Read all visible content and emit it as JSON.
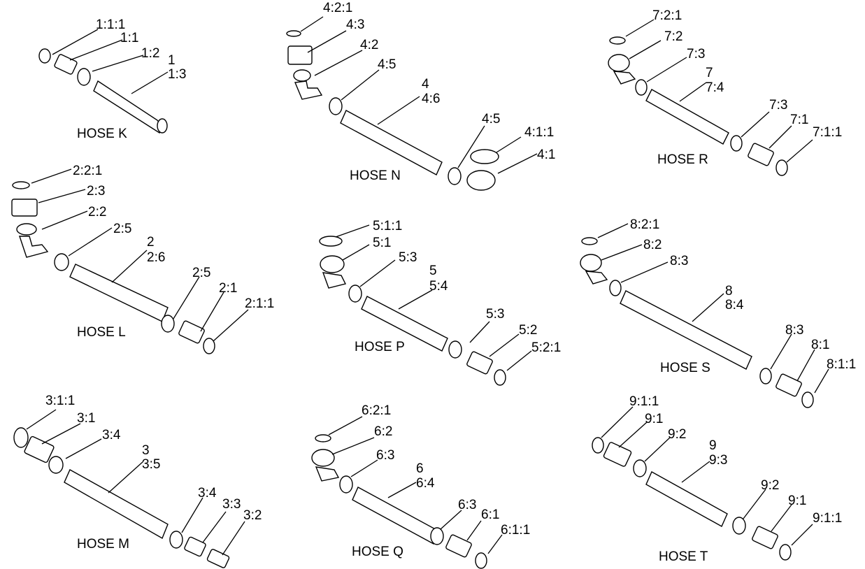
{
  "panels": [
    {
      "title": "HOSE K",
      "labels": [
        "1:1:1",
        "1:1",
        "1:2",
        "1",
        "1:3"
      ]
    },
    {
      "title": "HOSE L",
      "labels": [
        "2:2:1",
        "2:3",
        "2:2",
        "2:5",
        "2",
        "2:6",
        "2:5",
        "2:1",
        "2:1:1"
      ]
    },
    {
      "title": "HOSE M",
      "labels": [
        "3:1:1",
        "3:1",
        "3:4",
        "3",
        "3:5",
        "3:4",
        "3:3",
        "3:2"
      ]
    },
    {
      "title": "HOSE N",
      "labels": [
        "4:2:1",
        "4:3",
        "4:2",
        "4:5",
        "4",
        "4:6",
        "4:5",
        "4:1:1",
        "4:1"
      ]
    },
    {
      "title": "HOSE P",
      "labels": [
        "5:1:1",
        "5:1",
        "5:3",
        "5",
        "5:4",
        "5:3",
        "5:2",
        "5:2:1"
      ]
    },
    {
      "title": "HOSE Q",
      "labels": [
        "6:2:1",
        "6:2",
        "6:3",
        "6",
        "6:4",
        "6:3",
        "6:1",
        "6:1:1"
      ]
    },
    {
      "title": "HOSE R",
      "labels": [
        "7:2:1",
        "7:2",
        "7:3",
        "7",
        "7:4",
        "7:3",
        "7:1",
        "7:1:1"
      ]
    },
    {
      "title": "HOSE S",
      "labels": [
        "8:2:1",
        "8:2",
        "8:3",
        "8",
        "8:4",
        "8:3",
        "8:1",
        "8:1:1"
      ]
    },
    {
      "title": "HOSE T",
      "labels": [
        "9:1:1",
        "9:1",
        "9:2",
        "9",
        "9:3",
        "9:2",
        "9:1",
        "9:1:1"
      ]
    }
  ]
}
